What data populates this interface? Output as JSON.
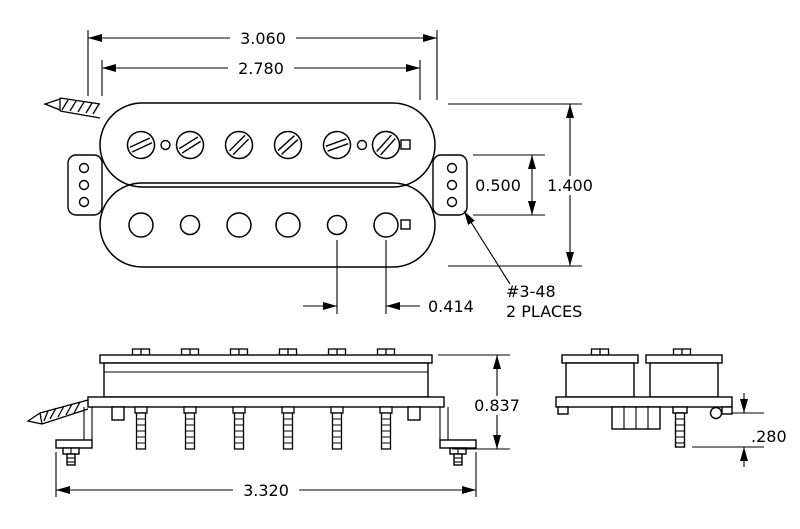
{
  "drawing": {
    "colors": {
      "line": "#000000",
      "background": "#ffffff"
    },
    "top_view": {
      "dim_overall_width": "3.060",
      "dim_body_width": "2.780",
      "dim_tab_height": "0.500",
      "dim_overall_height": "1.400",
      "dim_pole_spacing": "0.414",
      "callout_thread": "#3-48",
      "callout_places": "2 PLACES"
    },
    "side_view": {
      "dim_height": "0.837",
      "dim_overall_length": "3.320"
    },
    "end_view": {
      "dim_protrusion": ".280"
    }
  }
}
